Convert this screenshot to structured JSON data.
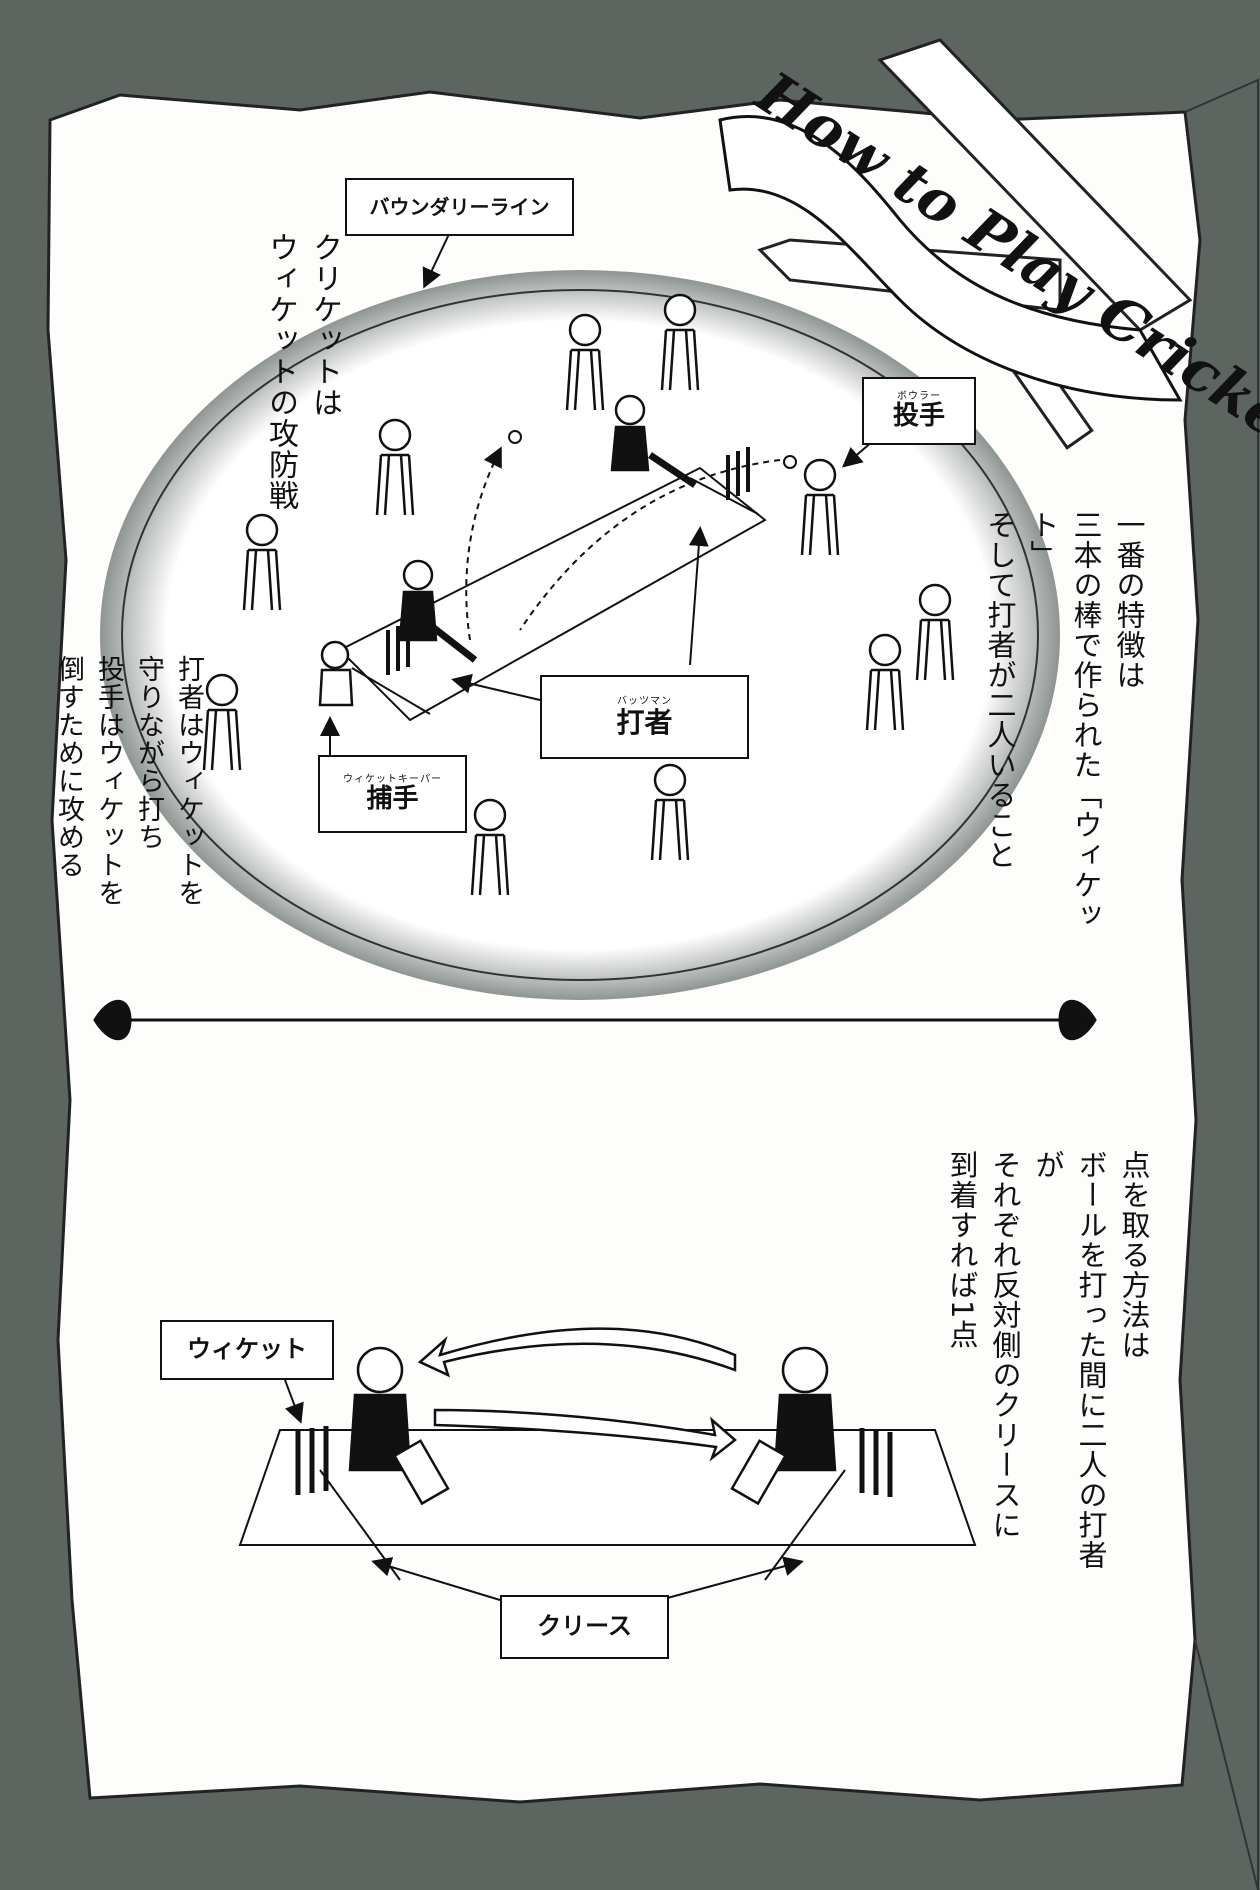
{
  "banner": {
    "title": "How to Play Cricket"
  },
  "labels": {
    "boundary": "バウンダリーライン",
    "bowler": {
      "text": "投手",
      "ruby": "ボウラー"
    },
    "batsman": {
      "text": "打者",
      "ruby": "バッツマン"
    },
    "keeper": {
      "text": "捕手",
      "ruby": "ウィケットキーパー"
    },
    "wicket": "ウィケット",
    "crease": "クリース"
  },
  "captions": {
    "intro": [
      "クリケットは",
      "ウィケットの攻防戦"
    ],
    "feature": [
      "一番の特徴は",
      "三本の棒で作られた「ウィケット」",
      "そして打者が二人いること"
    ],
    "roles": [
      "打者はウィケットを",
      "守りながら打ち",
      "投手はウィケットを",
      "倒すために攻める"
    ],
    "scoring": [
      "点を取る方法は",
      "ボールを打った間に二人の打者が",
      "それぞれ反対側のクリースに",
      "到着すれば1点"
    ]
  }
}
